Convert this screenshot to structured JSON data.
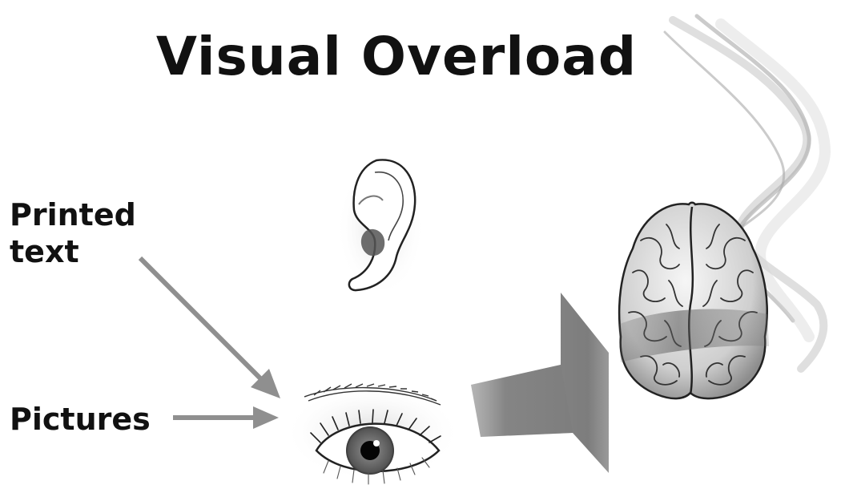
{
  "title": "Visual Overload",
  "labels": {
    "printed_text_line1": "Printed",
    "printed_text_line2": "text",
    "pictures": "Pictures"
  },
  "colors": {
    "arrow": "#8f8f8f",
    "text": "#111111",
    "background": "#ffffff"
  },
  "icons": [
    "ear-icon",
    "eye-icon",
    "brain-icon",
    "smoke-icon",
    "big-arrow-icon"
  ]
}
